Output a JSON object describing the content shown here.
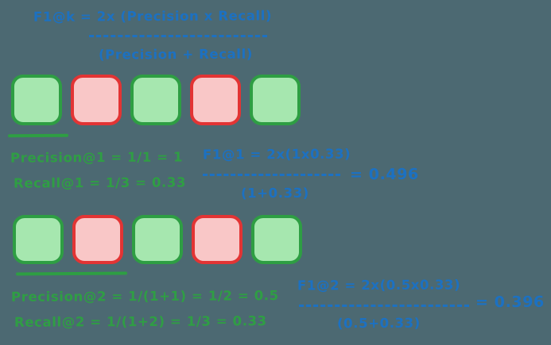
{
  "colors": {
    "background": "#4c6972",
    "blue_ink": "#1c71c2",
    "green_ink": "#2f9e44",
    "square_green_fill": "#a6e7af",
    "square_green_border": "#2e9e43",
    "square_red_fill": "#f9c7c7",
    "square_red_border": "#e23434"
  },
  "main_formula": {
    "numerator": "F1@k = 2x (Precision x Recall)",
    "denominator": "(Precision + Recall)"
  },
  "rows": [
    {
      "squares": [
        "green",
        "red",
        "green",
        "red",
        "green"
      ],
      "cutoff": 1
    },
    {
      "squares": [
        "green",
        "red",
        "green",
        "red",
        "green"
      ],
      "cutoff": 2
    }
  ],
  "metrics_at_1": {
    "precision": "Precision@1 = 1/1 = 1",
    "recall": "Recall@1 = 1/3 = 0.33"
  },
  "f1_at_1": {
    "numerator": "F1@1 = 2x(1x0.33)",
    "denominator": "(1+0.33)",
    "result": "= 0.496"
  },
  "metrics_at_2": {
    "precision": "Precision@2 = 1/(1+1) = 1/2 = 0.5",
    "recall": "Recall@2 = 1/(1+2) = 1/3 = 0.33"
  },
  "f1_at_2": {
    "numerator": "F1@2 = 2x(0.5x0.33)",
    "denominator": "(0.5+0.33)",
    "result": "= 0.396"
  }
}
